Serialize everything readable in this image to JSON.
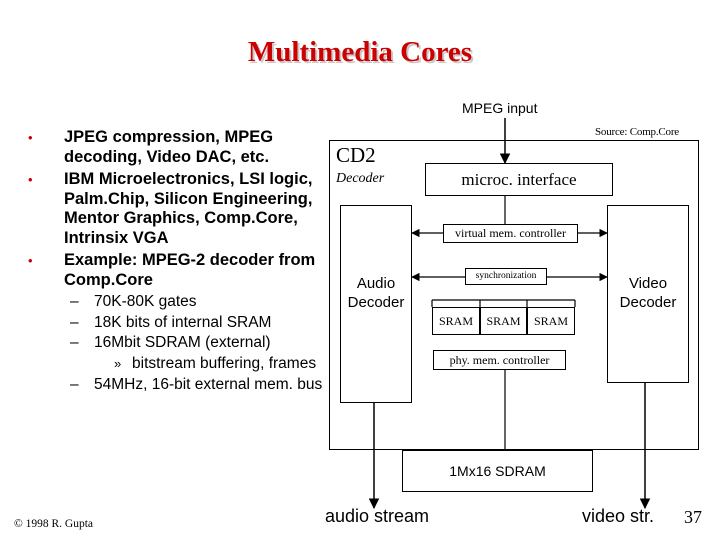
{
  "title": "Multimedia Cores",
  "bullets": [
    {
      "text": "JPEG compression, MPEG decoding, Video DAC, etc."
    },
    {
      "text": "IBM Microelectronics, LSI logic, Palm.Chip, Silicon Engineering, Mentor Graphics, Comp.Core, Intrinsix VGA"
    },
    {
      "text": "Example: MPEG-2 decoder from Comp.Core",
      "sub": [
        {
          "text": "70K-80K gates"
        },
        {
          "text": "18K bits of internal SRAM"
        },
        {
          "text": "16Mbit SDRAM (external)",
          "sub": [
            {
              "text": "bitstream buffering, frames"
            }
          ]
        },
        {
          "text": "54MHz, 16-bit external mem. bus"
        }
      ]
    }
  ],
  "markers": {
    "level1": "•",
    "level2": "–",
    "level3": "»"
  },
  "diagram": {
    "mpeg_input": "MPEG input",
    "source": "Source: Comp.Core",
    "chip_name": "CD2",
    "chip_sub": "Decoder",
    "microc": "microc. interface",
    "vmem": "virtual mem. controller",
    "sync": "synchronization",
    "audio_decoder": "Audio Decoder",
    "video_decoder": "Video Decoder",
    "sram": [
      "SRAM",
      "SRAM",
      "SRAM"
    ],
    "phy": "phy. mem. controller",
    "sdram": "1Mx16 SDRAM",
    "audio_stream": "audio stream",
    "video_stream": "video str."
  },
  "footer": {
    "copyright": "© 1998 R. Gupta",
    "page": "37"
  },
  "colors": {
    "title": "#cc0000",
    "bullet": "#cc0000",
    "shadow": "#c9c9c9"
  }
}
